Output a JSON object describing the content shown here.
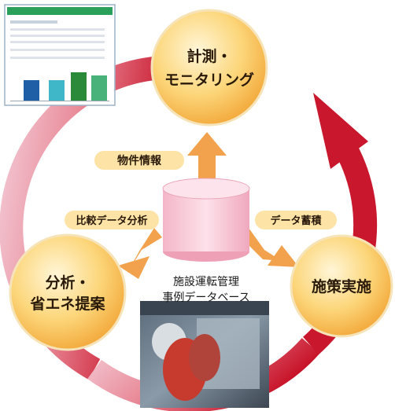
{
  "nodes": {
    "measure": {
      "line1": "計測・",
      "line2": "モニタリング"
    },
    "analysis": {
      "line1": "分析・",
      "line2": "省エネ提案"
    },
    "implement": {
      "label": "施策実施"
    }
  },
  "database": {
    "line1": "施設運転管理",
    "line2": "事例データベース"
  },
  "labels": {
    "property_info": "物件情報",
    "compare_analysis": "比較データ分析",
    "data_accumulate": "データ蓄積"
  },
  "colors": {
    "ring_light": "#f2c4cf",
    "ring_dark": "#c8142a",
    "node_fill": "#fbcf6a",
    "arrow_orange": "#f2a24c",
    "label_fill": "#fde3a6",
    "database_pink": "#f6c4d4"
  },
  "images": {
    "dashboard_thumbnail": "dashboard-screenshot",
    "worker_photo": "workers-at-control-panel"
  }
}
